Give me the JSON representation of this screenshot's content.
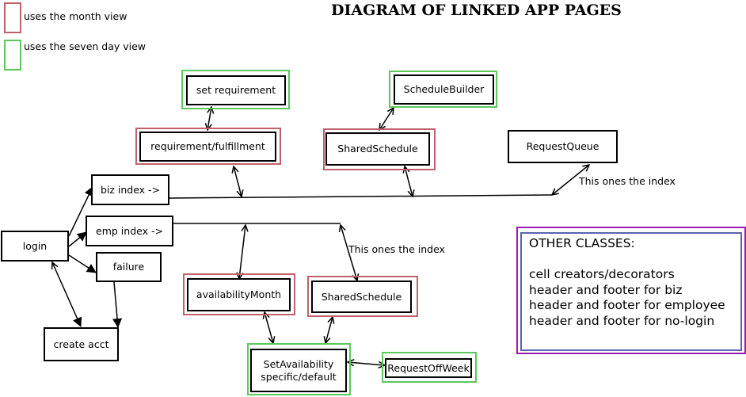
{
  "title": "DIAGRAM OF LINKED APP PAGES",
  "legend": {
    "month": {
      "label": "uses the month view",
      "color": "#c0606a"
    },
    "seven_day": {
      "label": "uses the seven day view",
      "color": "#5cc85c"
    }
  },
  "nodes": {
    "login": "login",
    "create_acct": "create acct",
    "biz_index": "biz index ->",
    "emp_index": "emp index ->",
    "failure": "failure",
    "set_requirement": "set requirement",
    "requirement_fulfillment": "requirement/fulfillment",
    "schedule_builder": "ScheduleBuilder",
    "shared_schedule_top": "SharedSchedule",
    "request_queue": "RequestQueue",
    "availability_month": "availabilityMonth",
    "shared_schedule_bottom": "SharedSchedule",
    "set_availability_line1": "SetAvailability",
    "set_availability_line2": "specific/default",
    "request_off_week": "RequestOffWeek"
  },
  "notes": {
    "index_top": "This ones the index",
    "index_bottom": "This ones the index"
  },
  "other_classes": {
    "heading": "OTHER CLASSES:",
    "items": [
      "cell creators/decorators",
      "header and footer for biz",
      "header and footer for employee",
      "header and footer for no-login"
    ]
  }
}
